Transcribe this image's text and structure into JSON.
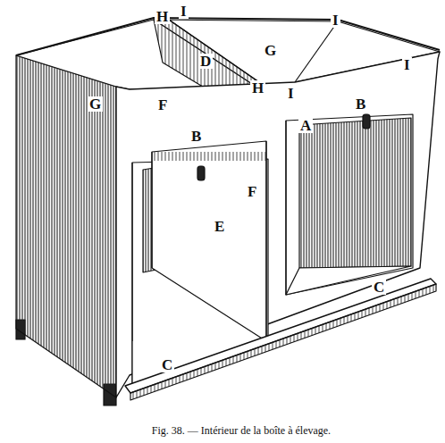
{
  "diagram": {
    "caption": "Fig. 38. — Intérieur de la boîte à élevage.",
    "labels": [
      "H",
      "I",
      "I",
      "I",
      "G",
      "G",
      "D",
      "H",
      "I",
      "F",
      "B",
      "A",
      "B",
      "F",
      "E",
      "C",
      "C"
    ]
  }
}
